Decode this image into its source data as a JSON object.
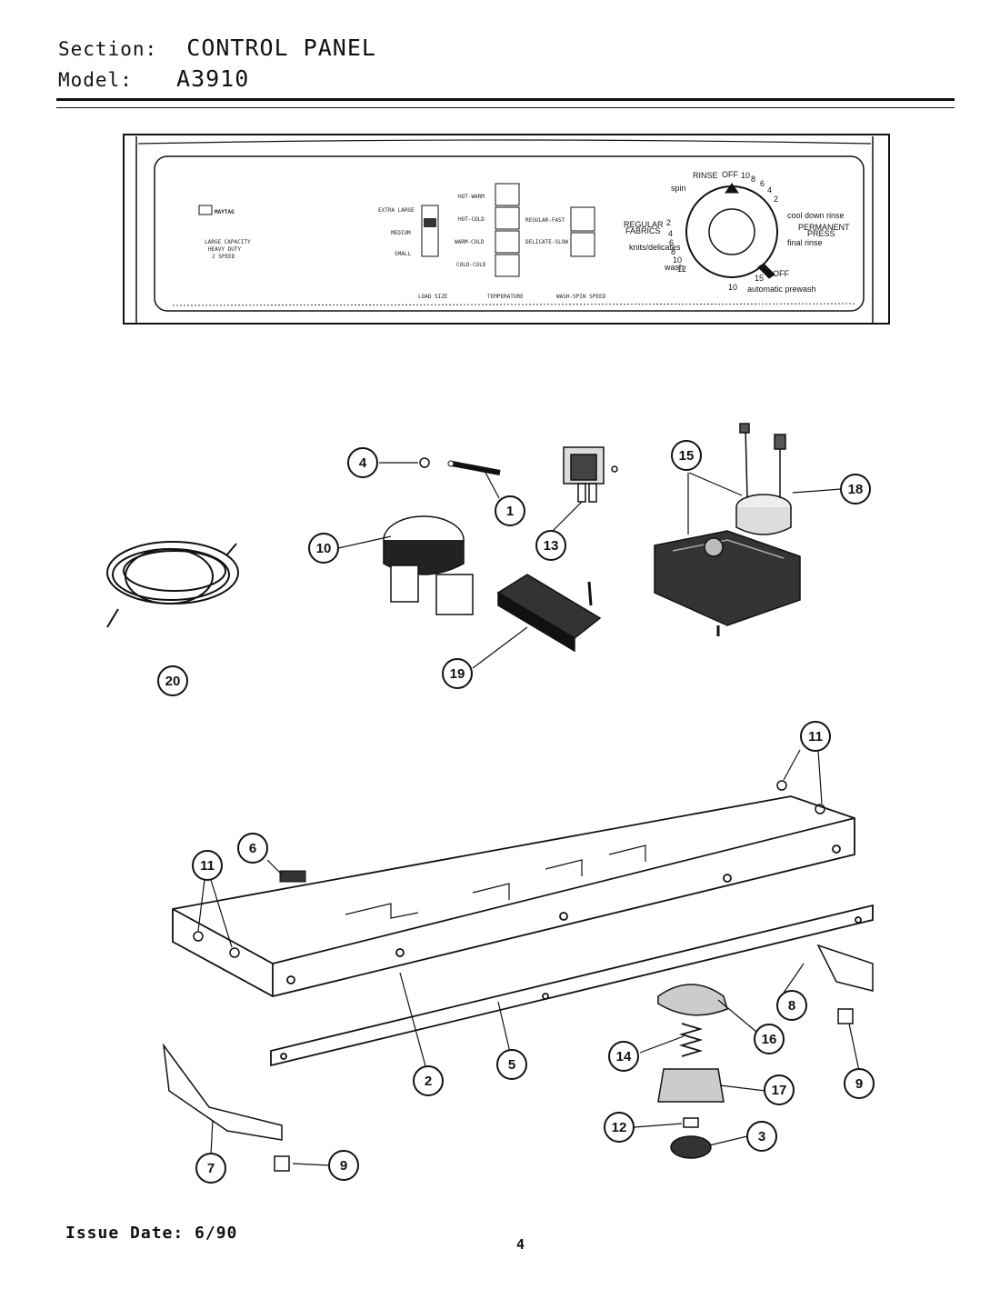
{
  "header": {
    "section_label": "Section:",
    "section_value": "CONTROL PANEL",
    "model_label": "Model:",
    "model_value": "A3910"
  },
  "control_panel": {
    "brand": "MAYTAG",
    "capacity_lines": [
      "LARGE CAPACITY",
      "HEAVY DUTY",
      "2 SPEED"
    ],
    "load_sizes": [
      "EXTRA LARGE",
      "MEDIUM",
      "SMALL"
    ],
    "temperatures": [
      "HOT-WARM",
      "HOT-COLD",
      "WARM-COLD",
      "COLD-COLD"
    ],
    "speeds": [
      "REGULAR-FAST",
      "DELICATE-SLOW"
    ],
    "section_labels": [
      "LOAD SIZE",
      "TEMPERATURE",
      "WASH-SPIN SPEED"
    ],
    "dial_labels": {
      "top_off": "OFF",
      "rinse": "RINSE",
      "spin": "spin",
      "regular_fabrics": [
        "REGULAR",
        "FABRICS"
      ],
      "knits": "knits/delicates",
      "wash": "wash",
      "permanent_press": [
        "PERMANENT",
        "PRESS"
      ],
      "cool_down": "cool down rinse",
      "final_rinse": "final rinse",
      "automatic_prewash": "automatic prewash",
      "bottom_ten": "10",
      "bottom_fifteen": "15",
      "off_lower": "OFF",
      "top_numbers": [
        "10",
        "8",
        "6",
        "4",
        "2"
      ],
      "left_numbers": [
        "2",
        "4",
        "6",
        "8",
        "10",
        "12"
      ]
    }
  },
  "callouts": [
    {
      "id": "4",
      "label": "4"
    },
    {
      "id": "1",
      "label": "1"
    },
    {
      "id": "13",
      "label": "13"
    },
    {
      "id": "15",
      "label": "15"
    },
    {
      "id": "18",
      "label": "18"
    },
    {
      "id": "10",
      "label": "10"
    },
    {
      "id": "19",
      "label": "19"
    },
    {
      "id": "20",
      "label": "20"
    },
    {
      "id": "11a",
      "label": "11"
    },
    {
      "id": "6",
      "label": "6"
    },
    {
      "id": "11b",
      "label": "11"
    },
    {
      "id": "8",
      "label": "8"
    },
    {
      "id": "16",
      "label": "16"
    },
    {
      "id": "14",
      "label": "14"
    },
    {
      "id": "2",
      "label": "2"
    },
    {
      "id": "5",
      "label": "5"
    },
    {
      "id": "17",
      "label": "17"
    },
    {
      "id": "9a",
      "label": "9"
    },
    {
      "id": "12",
      "label": "12"
    },
    {
      "id": "3",
      "label": "3"
    },
    {
      "id": "7",
      "label": "7"
    },
    {
      "id": "9b",
      "label": "9"
    }
  ],
  "footer": {
    "issue_date": "Issue Date: 6/90",
    "page_number": "4"
  }
}
